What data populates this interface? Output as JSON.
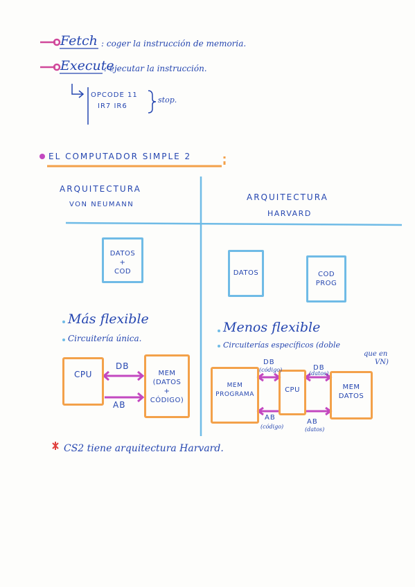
{
  "top": {
    "fetch_word": "Fetch",
    "fetch_text": ": coger la instrucción de memoria.",
    "execute_word": "Execute",
    "execute_text": ": ejecutar la instrucción.",
    "opcode_line1": "OPCODE 11",
    "opcode_line2": "IR7 IR6",
    "stop": "stop."
  },
  "section_title": "EL COMPUTADOR SIMPLE 2",
  "von_neumann": {
    "title_1": "ARQUITECTURA",
    "title_2": "VON NEUMANN",
    "box_line1": "DATOS",
    "box_line2": "+",
    "box_line3": "COD",
    "bullet_1": "Más flexible",
    "bullet_2": "Circuitería única.",
    "cpu": "CPU",
    "db": "DB",
    "ab": "AB",
    "mem_1": "MEM",
    "mem_2": "(DATOS",
    "mem_3": "+",
    "mem_4": "CÓDIGO)"
  },
  "harvard": {
    "title_1": "ARQUITECTURA",
    "title_2": "HARVARD",
    "box_datos": "DATOS",
    "box_cod_1": "COD",
    "box_cod_2": "PROG",
    "bullet_1": "Menos flexible",
    "bullet_2": "Circuiterías específicos (doble",
    "bullet_2b": "que en",
    "bullet_2c": "VN)",
    "mem_prog_1": "MEM",
    "mem_prog_2": "PROGRAMA",
    "cpu": "CPU",
    "mem_datos_1": "MEM",
    "mem_datos_2": "DATOS",
    "db_left": "DB",
    "db_left_sub": "(código)",
    "db_right": "DB",
    "db_right_sub": "(datos)",
    "ab_left": "AB",
    "ab_left_sub": "(código)",
    "ab_right": "AB",
    "ab_right_sub": "(datos)"
  },
  "footer": "CS2 tiene arquitectura Harvard.",
  "colors": {
    "ink": "#2546b0",
    "bullet_pink": "#d0489a",
    "arrow_magenta": "#c348c0",
    "box_blue": "#6fbbe6",
    "box_orange": "#f3a14a",
    "star_red": "#e0413e"
  }
}
